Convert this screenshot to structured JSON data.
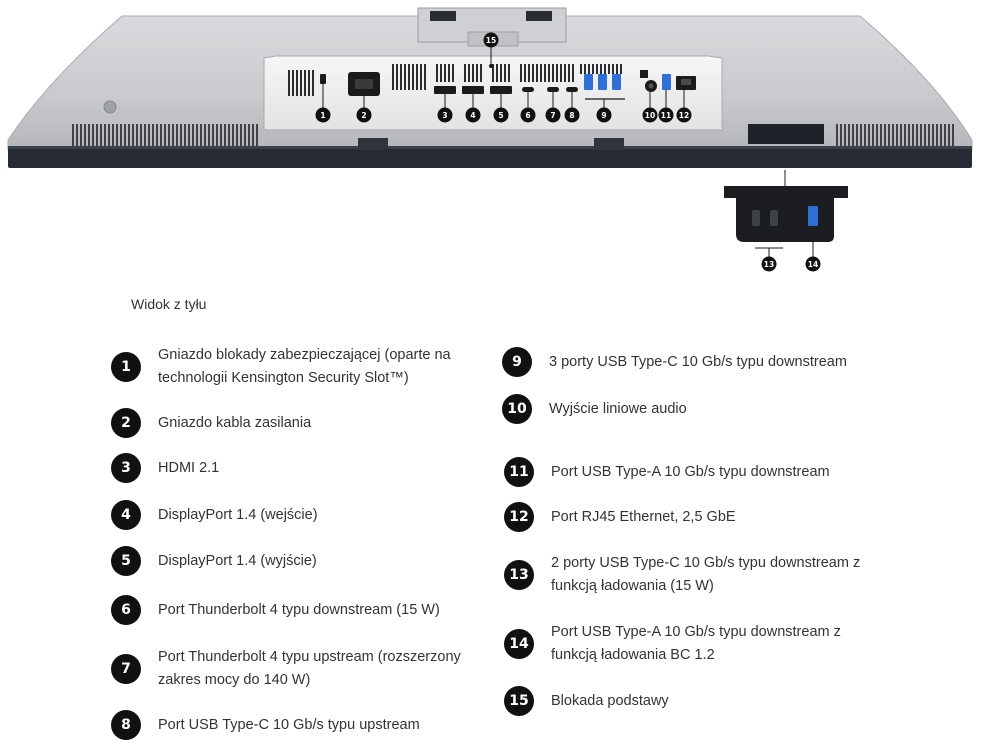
{
  "section_title": "Widok z tyłu",
  "callout_labels": [
    "1",
    "2",
    "3",
    "4",
    "5",
    "6",
    "7",
    "8",
    "9",
    "10",
    "11",
    "12",
    "13",
    "14",
    "15"
  ],
  "legend": [
    {
      "num": "1",
      "text": "Gniazdo blokady zabezpieczającej (oparte na\ntechnologii Kensington Security Slot™)"
    },
    {
      "num": "2",
      "text": "Gniazdo kabla zasilania"
    },
    {
      "num": "3",
      "text": "HDMI 2.1"
    },
    {
      "num": "4",
      "text": "DisplayPort 1.4 (wejście)"
    },
    {
      "num": "5",
      "text": "DisplayPort 1.4 (wyjście)"
    },
    {
      "num": "6",
      "text": "Port Thunderbolt 4 typu downstream (15 W)"
    },
    {
      "num": "7",
      "text": "Port Thunderbolt 4 typu upstream (rozszerzony\nzakres mocy do 140 W)"
    },
    {
      "num": "8",
      "text": "Port USB Type-C 10 Gb/s typu upstream"
    },
    {
      "num": "9",
      "text": "3 porty USB Type-C 10 Gb/s typu downstream"
    },
    {
      "num": "10",
      "text": "Wyjście liniowe audio"
    },
    {
      "num": "11",
      "text": "Port USB Type-A 10 Gb/s typu downstream"
    },
    {
      "num": "12",
      "text": "Port RJ45 Ethernet, 2,5 GbE"
    },
    {
      "num": "13",
      "text": "2 porty USB Type-C 10 Gb/s typu downstream z\nfunkcją ładowania (15 W)"
    },
    {
      "num": "14",
      "text": "Port USB Type-A 10 Gb/s typu downstream z\nfunkcją ładowania BC 1.2"
    },
    {
      "num": "15",
      "text": "Blokada podstawy"
    }
  ]
}
